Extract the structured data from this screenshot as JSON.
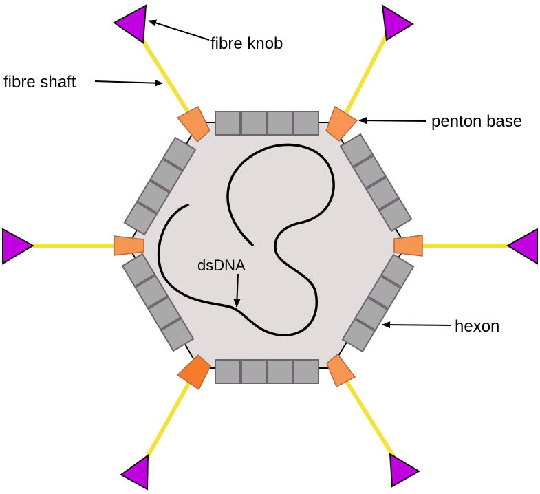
{
  "labels": {
    "fibre_knob": "fibre knob",
    "fibre_shaft": "fibre shaft",
    "penton_base": "penton base",
    "hexon": "hexon",
    "dsdna": "dsDNA"
  },
  "colors": {
    "capsid_fill": "#e3dcdc",
    "capsid_edge": "#000000",
    "hexon_fill": "#a9a9a9",
    "hexon_edge": "#6e6470",
    "penton_fill": "#f79653",
    "penton_fill_dark": "#f47b2a",
    "penton_edge": "#b06a3a",
    "fibre_shaft": "#f2e23a",
    "fibre_knob": "#c000e0",
    "dna": "#000000"
  },
  "counts": {
    "vertices": 6,
    "hexons_per_face": 4
  }
}
